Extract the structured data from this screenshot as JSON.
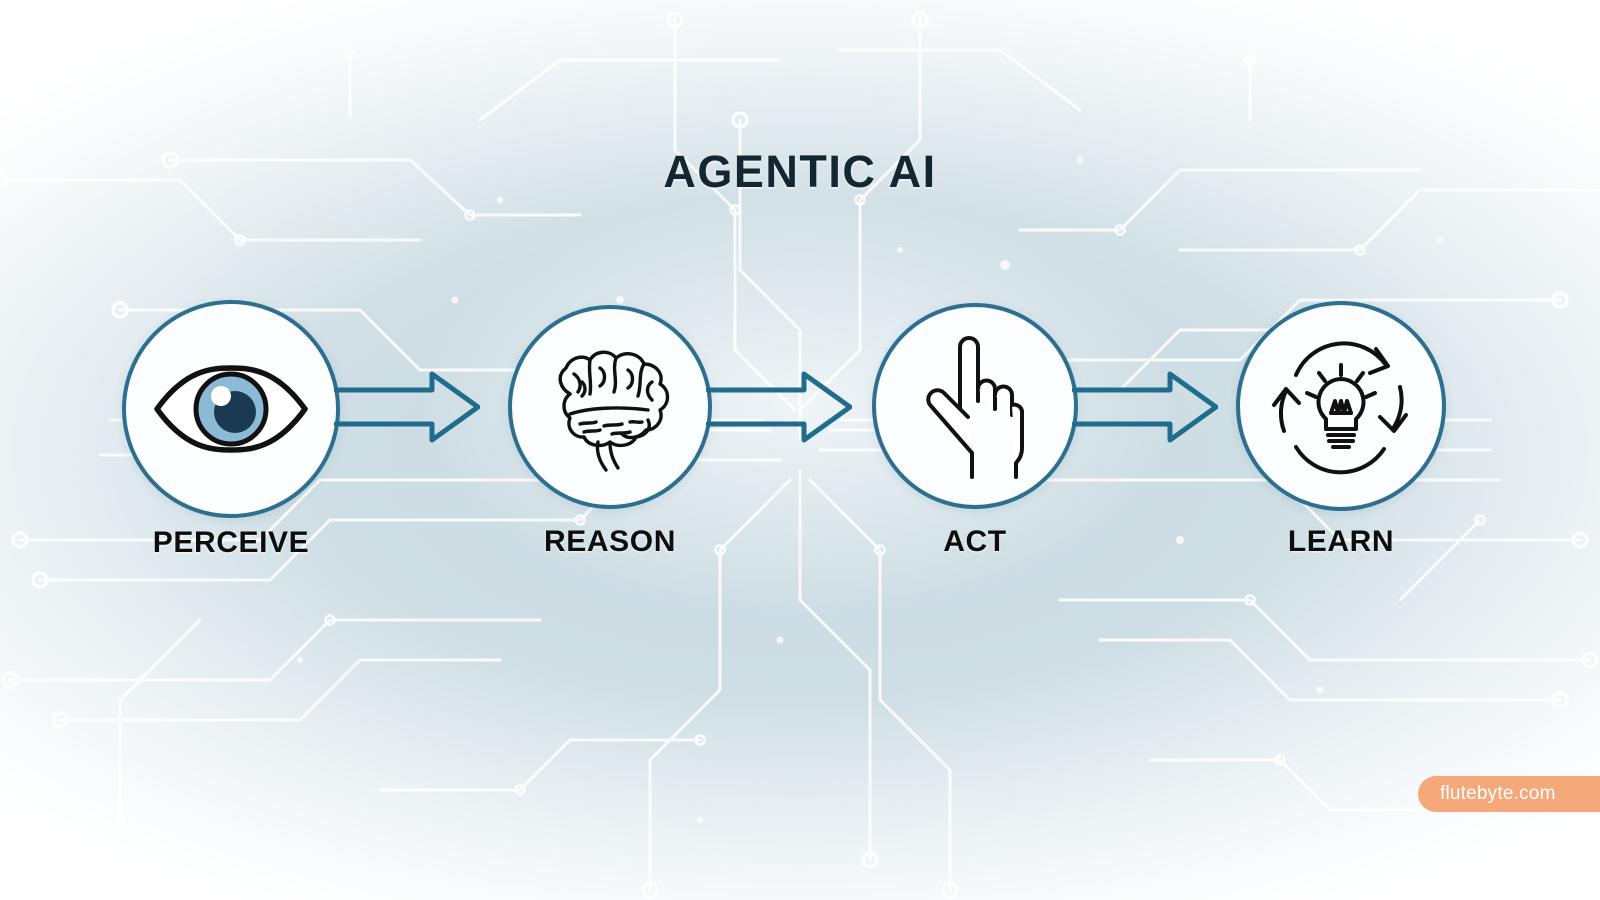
{
  "title": "AGENTIC AI",
  "theme": {
    "title_color": "#14262f",
    "circle_border": "#2c6f8e",
    "circle_fill": "#fbfdfe",
    "arrow_color": "#1f6c8c",
    "label_color": "#0d0d0d",
    "background_base": "#cfdee5",
    "circuit_trace": "#ffffff",
    "watermark_bg": "#f5a97a",
    "watermark_text": "#ffffff",
    "eye_iris": "#8cbad6",
    "eye_pupil": "#1a3a52",
    "icon_stroke": "#111111"
  },
  "flow": {
    "nodes": [
      {
        "label": "PERCEIVE",
        "icon": "eye-icon"
      },
      {
        "label": "REASON",
        "icon": "brain-icon"
      },
      {
        "label": "ACT",
        "icon": "pointing-hand-icon"
      },
      {
        "label": "LEARN",
        "icon": "lightbulb-cycle-icon"
      }
    ],
    "connectors": [
      {
        "icon": "arrow-right-icon"
      },
      {
        "icon": "arrow-right-icon"
      },
      {
        "icon": "arrow-right-icon"
      }
    ]
  },
  "watermark": {
    "text": "flutebyte.com"
  }
}
